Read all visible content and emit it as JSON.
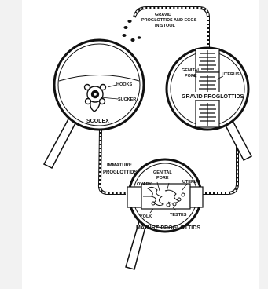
{
  "labels": {
    "gravid_stool_line1": "GRAVID",
    "gravid_stool_line2": "PROGLOTTIDS AND EGGS",
    "gravid_stool_line3": "IN STOOL",
    "hooks": "HOOKS",
    "sucker": "SUCKER",
    "scolex": "SCOLEX",
    "genital_pore_top_1": "GENITAL",
    "genital_pore_top_2": "PORE",
    "uterus_top": "UTERUS",
    "gravid_proglottids": "GRAVID PROGLOTTIDS",
    "immature_1": "IMMATURE",
    "immature_2": "PROGLOTTIDS",
    "ovary": "OVARY",
    "genital_pore_bottom_1": "GENITAL",
    "genital_pore_bottom_2": "PORE",
    "uterus_bottom": "UTERUS",
    "yolk": "YOLK",
    "testes": "TESTES",
    "mature_proglottids": "MATURE PROGLOTTIDS"
  }
}
